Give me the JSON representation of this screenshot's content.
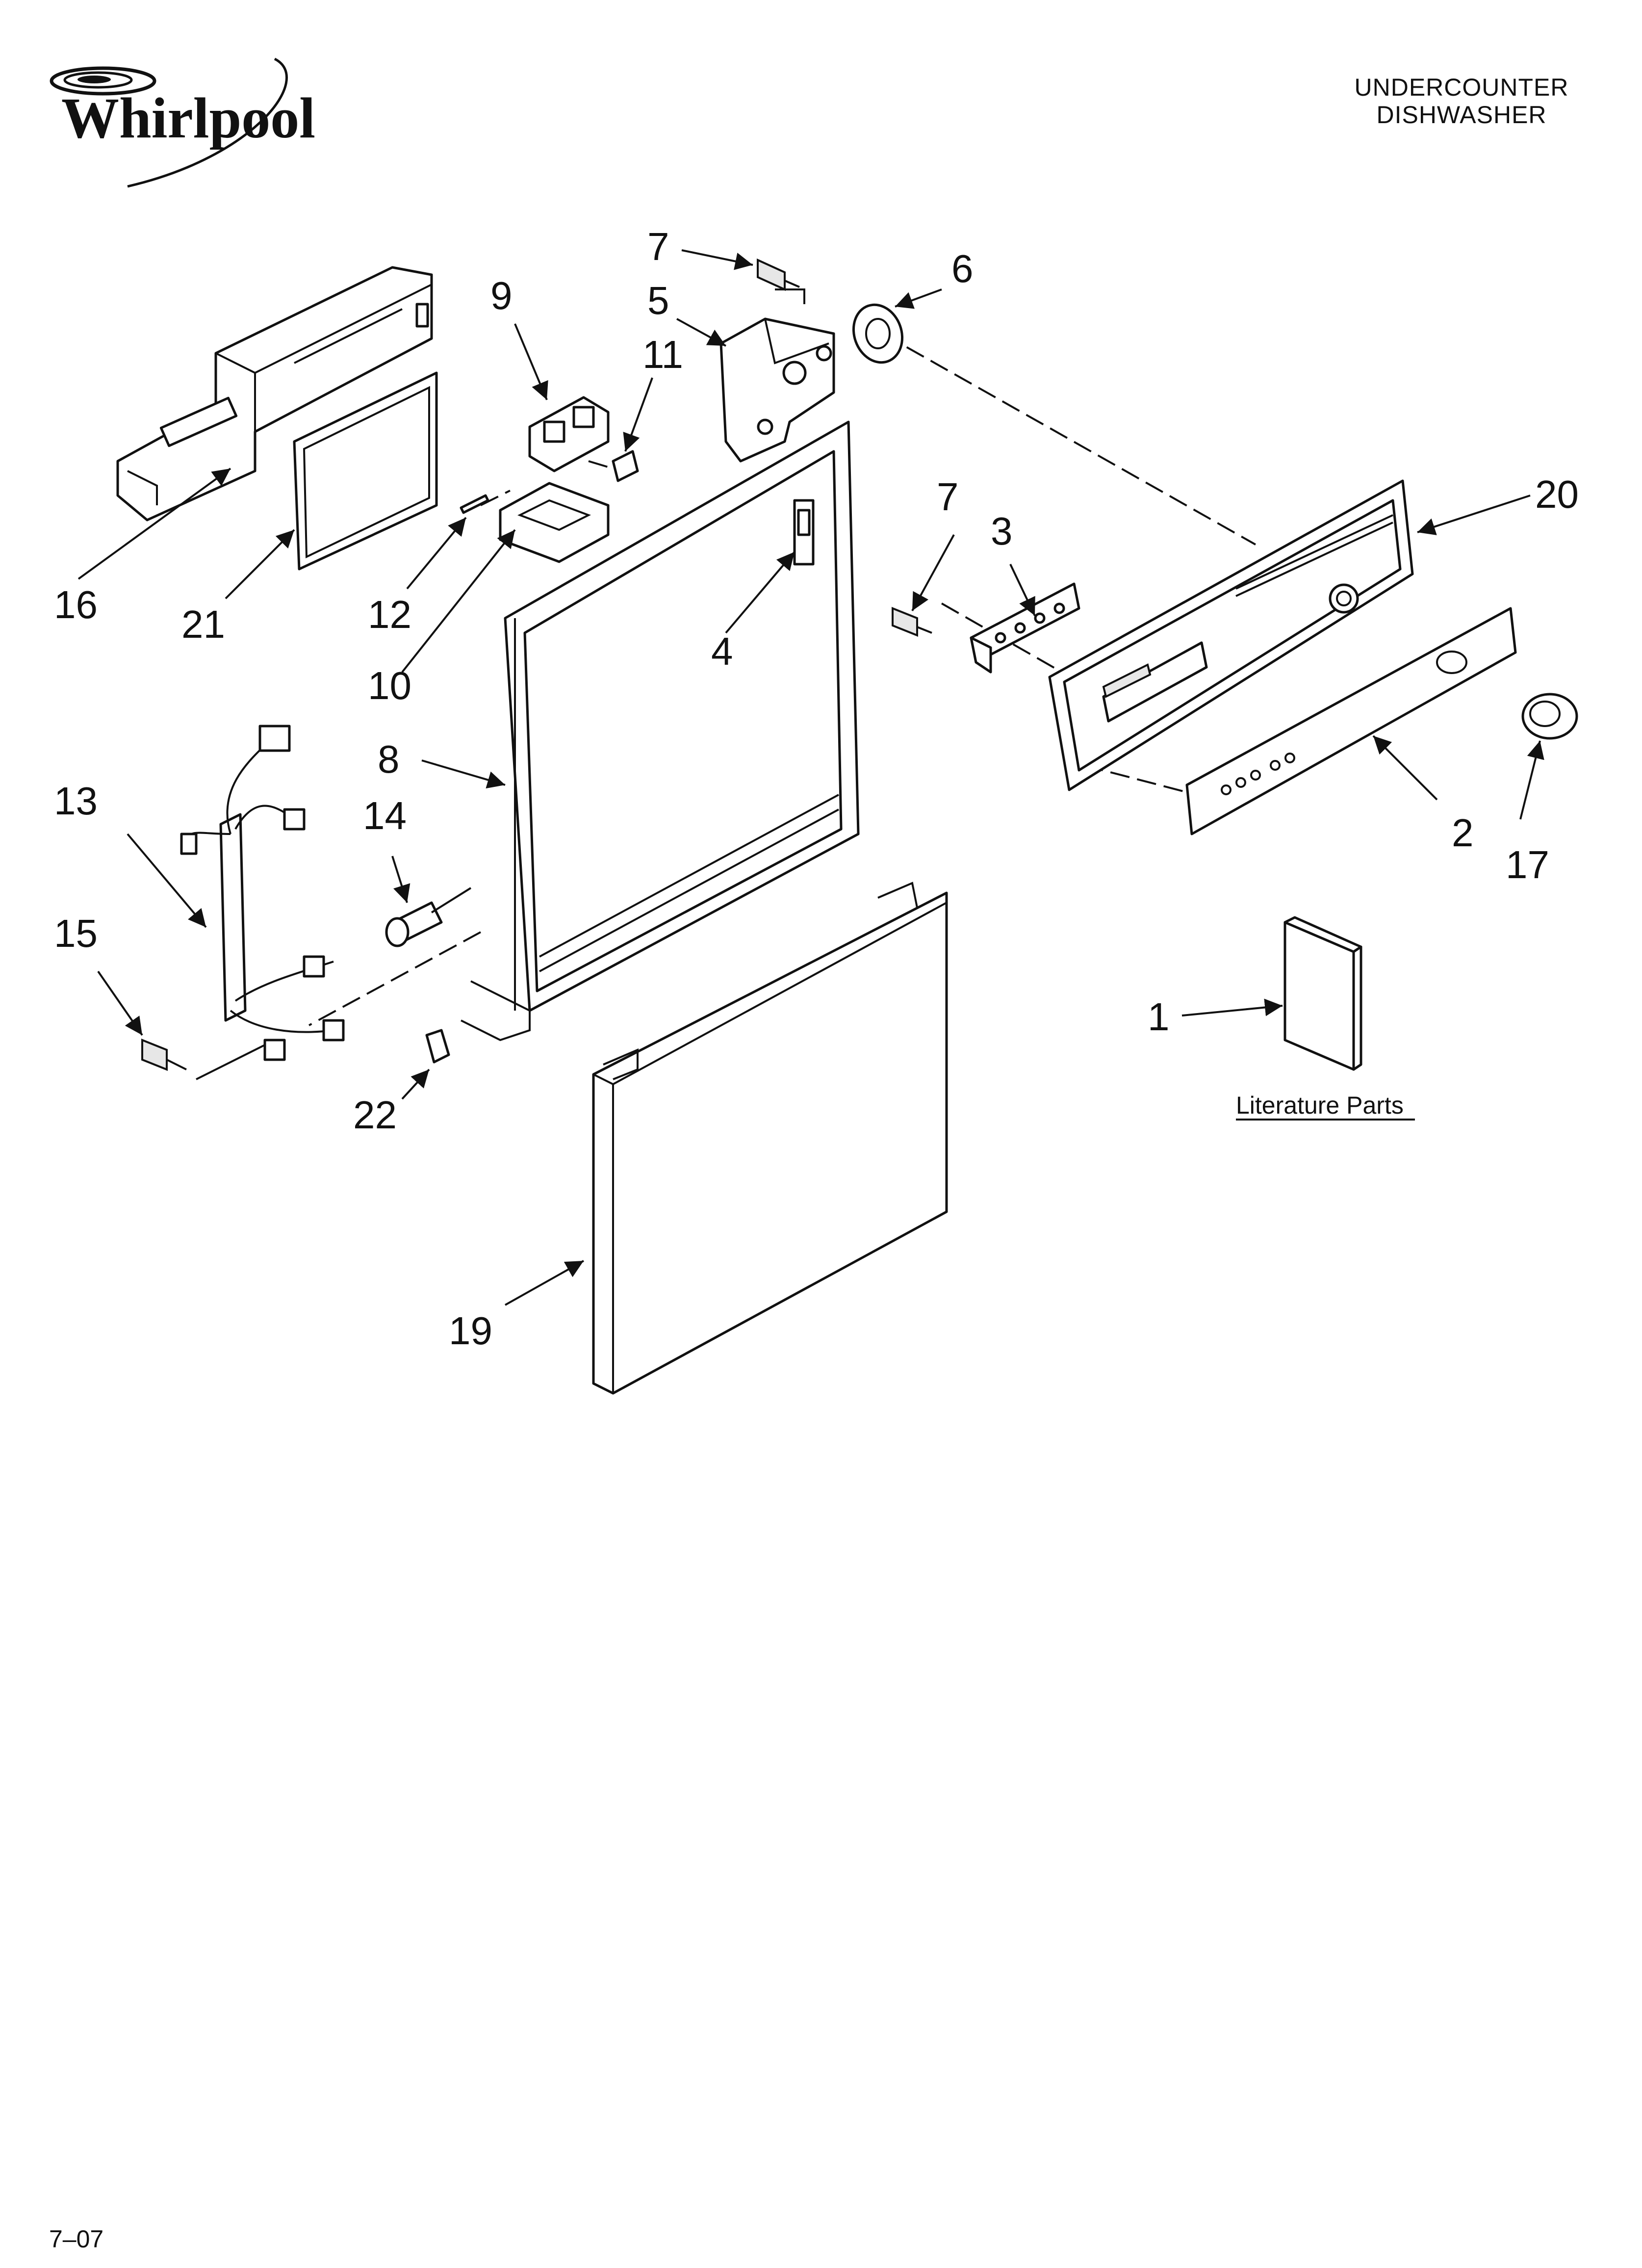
{
  "brand": {
    "name": "Whirlpool"
  },
  "header": {
    "line1": "UNDERCOUNTER",
    "line2": "DISHWASHER"
  },
  "footer": {
    "code": "7–07"
  },
  "literature": {
    "label": "Literature Parts"
  },
  "callouts": {
    "c1": "1",
    "c2": "2",
    "c3": "3",
    "c4": "4",
    "c5": "5",
    "c6": "6",
    "c7a": "7",
    "c7b": "7",
    "c8": "8",
    "c9": "9",
    "c10": "10",
    "c11": "11",
    "c12": "12",
    "c13": "13",
    "c14": "14",
    "c15": "15",
    "c16": "16",
    "c17": "17",
    "c19": "19",
    "c20": "20",
    "c21": "21",
    "c22": "22"
  }
}
